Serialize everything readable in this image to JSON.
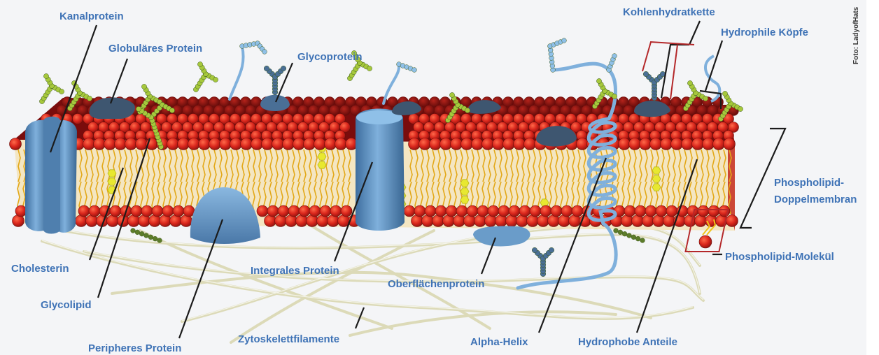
{
  "labels": {
    "kanalprotein": "Kanalprotein",
    "globulaeres_protein": "Globuläres Protein",
    "glycoprotein": "Glycoprotein",
    "kohlenhydratkette": "Kohlenhydratkette",
    "hydrophile_koepfe": "Hydrophile Köpfe",
    "phospholipid_doppelmembran_1": "Phospholipid-",
    "phospholipid_doppelmembran_2": "Doppelmembran",
    "phospholipid_molekuel": "Phospholipid-Molekül",
    "cholesterin": "Cholesterin",
    "integrales_protein": "Integrales Protein",
    "oberflaechenprotein": "Oberflächenprotein",
    "glycolipid": "Glycolipid",
    "zytoskelettfilamente": "Zytoskelettfilamente",
    "alpha_helix": "Alpha-Helix",
    "hydrophobe_anteile": "Hydrophobe Anteile",
    "peripheres_protein": "Peripheres Protein"
  },
  "credit": "Foto: LadyofHats",
  "colors": {
    "label": "#3f73b6",
    "head": "#d9261c",
    "head_dark": "#7a0c0c",
    "tail": "#f0c419",
    "protein": "#6a9cc9",
    "protein_dark": "#3e5670",
    "cholesterol": "#e8e830",
    "glycan_green": "#a6c83c",
    "filament": "#e7e6c6",
    "background": "#f4f5f7"
  }
}
